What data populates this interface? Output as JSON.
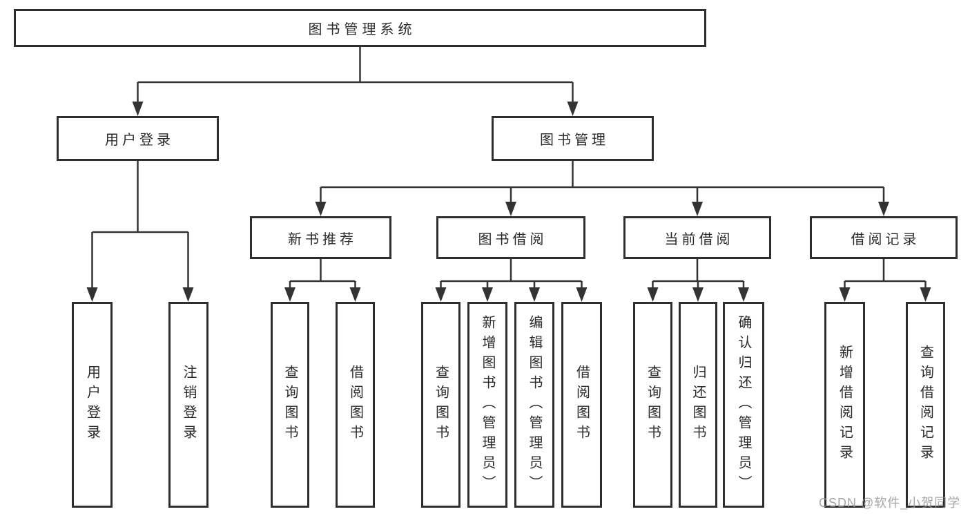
{
  "tree": {
    "root": "图书管理系统",
    "l2": [
      "用户登录",
      "图书管理"
    ],
    "l3": [
      "新书推荐",
      "图书借阅",
      "当前借阅",
      "借阅记录"
    ],
    "leaves": {
      "login": [
        "用户登录",
        "注销登录"
      ],
      "recommend": [
        "查询图书",
        "借阅图书"
      ],
      "borrow": [
        "查询图书",
        "新增图书（管理员）",
        "编辑图书（管理员）",
        "借阅图书"
      ],
      "current": [
        "查询图书",
        "归还图书",
        "确认归还（管理员）"
      ],
      "records": [
        "新增借阅记录",
        "查询借阅记录"
      ]
    }
  },
  "watermark": "CSDN @软件_小贺同学",
  "colors": {
    "line": "#333333",
    "border": "#2e2e2e",
    "background": "#ffffff",
    "watermark": "#969696"
  }
}
